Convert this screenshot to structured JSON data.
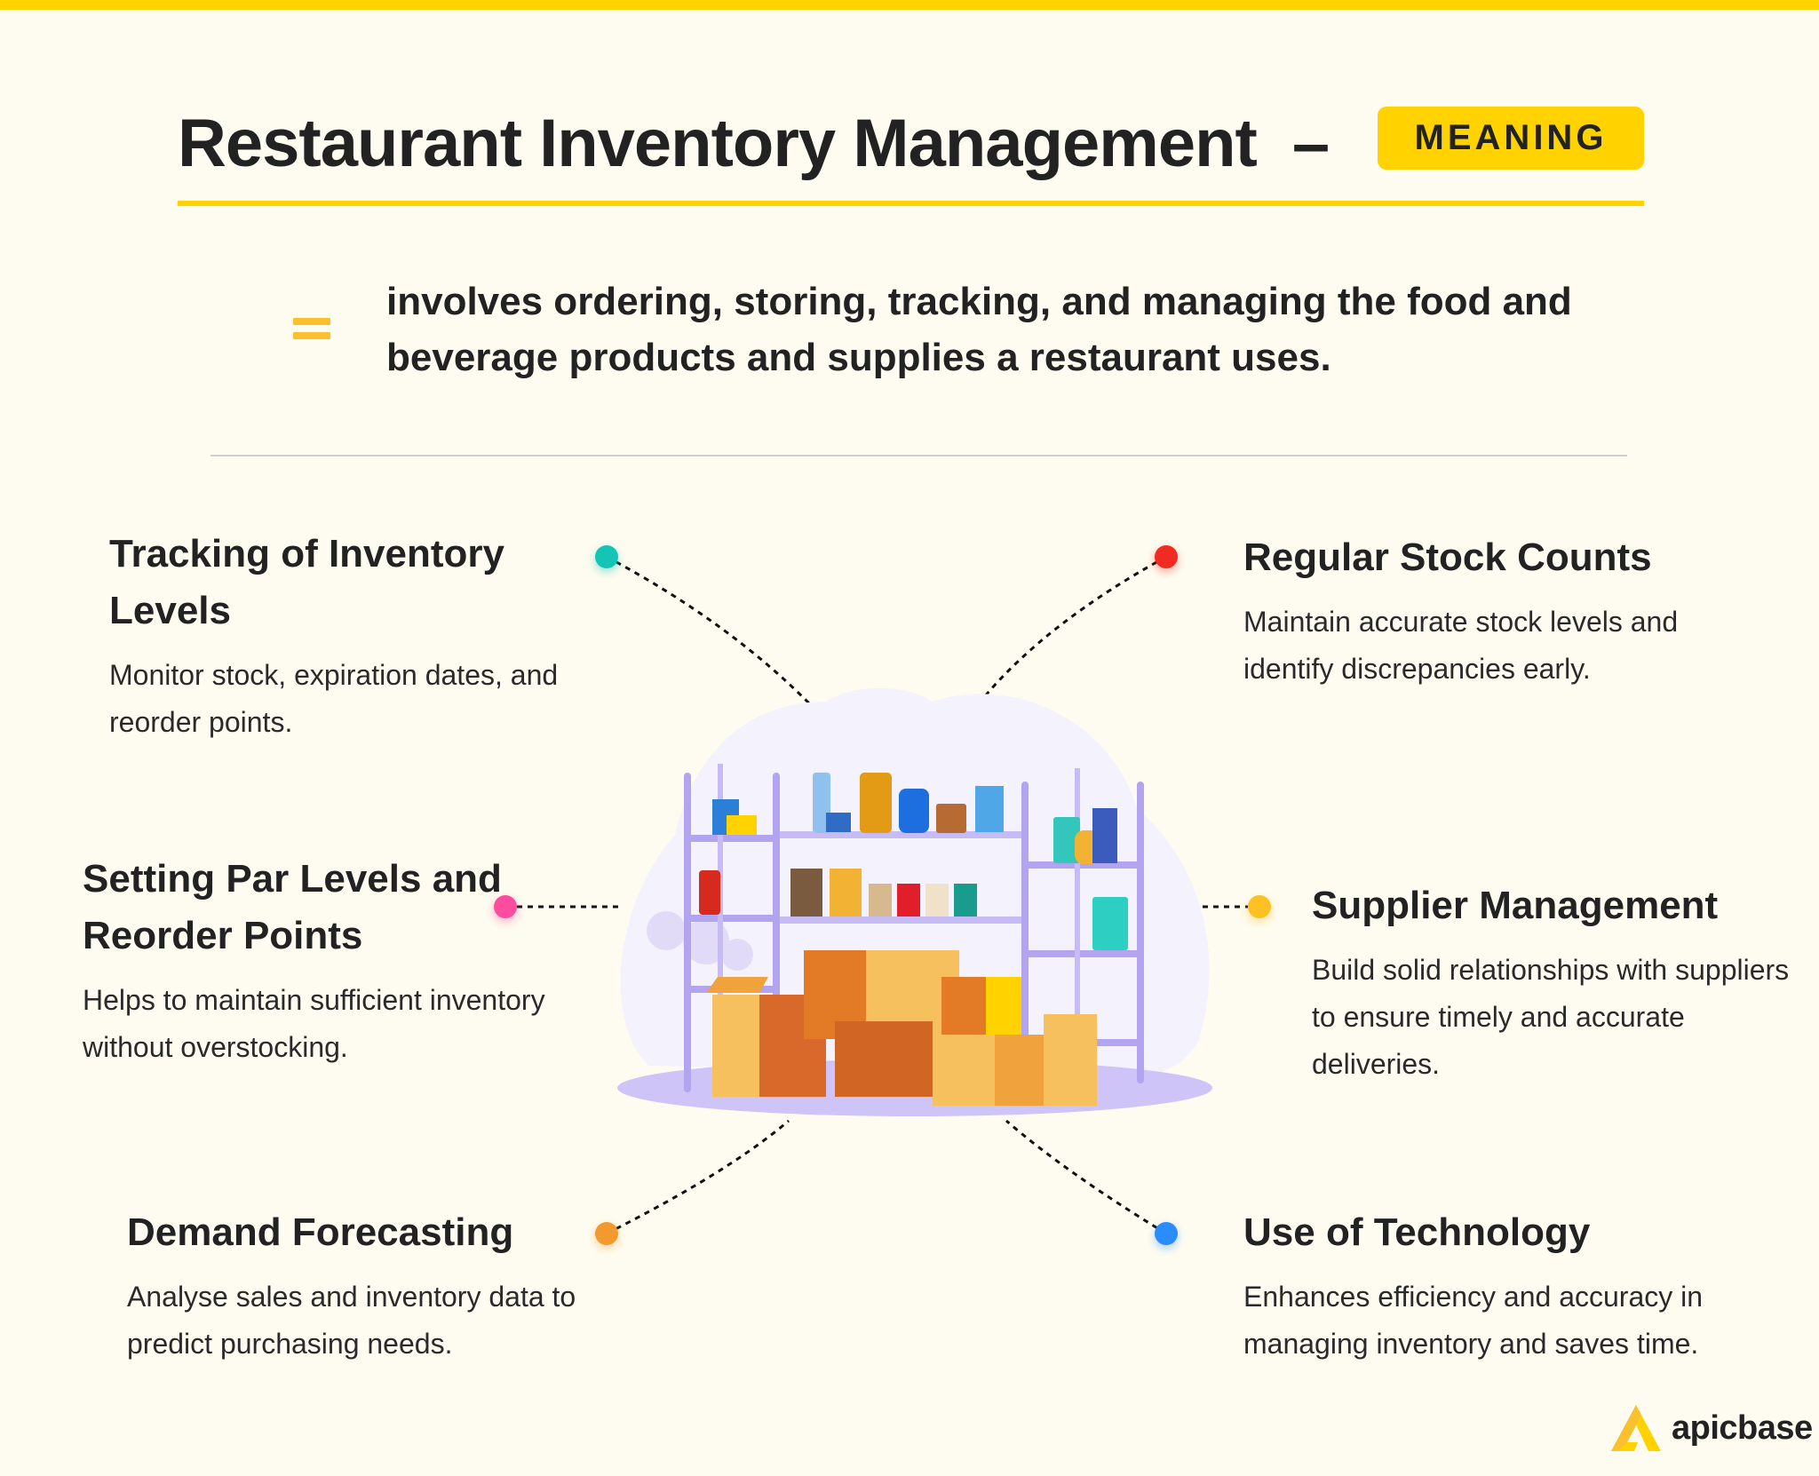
{
  "header": {
    "title": "Restaurant Inventory Management",
    "dash": "–",
    "badge": "MEANING"
  },
  "definition": {
    "icon": "equals-icon",
    "text": "involves ordering, storing, tracking, and managing the food and beverage products and supplies a restaurant uses."
  },
  "illustration": {
    "icon": "pantry-shelves-with-boxes-illustration"
  },
  "items": [
    {
      "id": "tracking",
      "title": "Tracking of Inventory Levels",
      "description": "Monitor stock, expiration dates, and reorder points.",
      "dot_color": "#13c4b7"
    },
    {
      "id": "stock-counts",
      "title": "Regular Stock Counts",
      "description": "Maintain accurate stock levels and identify discrepancies early.",
      "dot_color": "#f22b22"
    },
    {
      "id": "par-levels",
      "title": "Setting Par Levels and Reorder Points",
      "description": "Helps to maintain sufficient inventory without overstocking.",
      "dot_color": "#fc4c9f"
    },
    {
      "id": "supplier",
      "title": "Supplier Management",
      "description": "Build solid relationships with suppliers to ensure timely and accurate deliveries.",
      "dot_color": "#fec124"
    },
    {
      "id": "forecasting",
      "title": "Demand Forecasting",
      "description": "Analyse sales and inventory data to predict purchasing needs.",
      "dot_color": "#f29a2e"
    },
    {
      "id": "technology",
      "title": "Use of Technology",
      "description": "Enhances efficiency and accuracy in managing inventory and saves time.",
      "dot_color": "#2a8cff"
    }
  ],
  "brand": {
    "name": "apicbase",
    "accent": "#ffd200",
    "background": "#fefcf0"
  }
}
